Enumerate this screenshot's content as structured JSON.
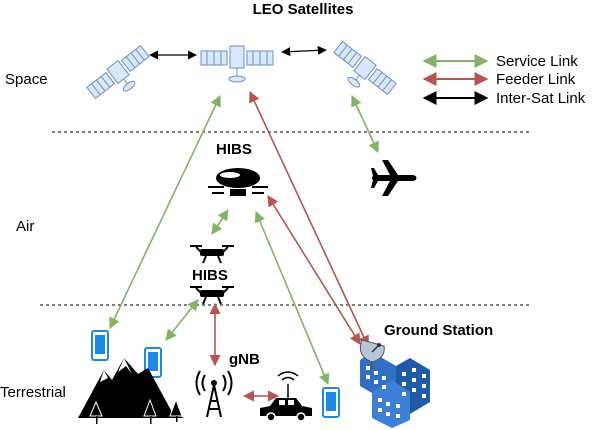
{
  "title": "LEO Satellites",
  "layers": {
    "space": "Space",
    "air": "Air",
    "terrestrial": "Terrestrial"
  },
  "legend": [
    {
      "label": "Service Link",
      "color": "#82b366"
    },
    {
      "label": "Feeder Link",
      "color": "#b85450"
    },
    {
      "label": "Inter-Sat Link",
      "color": "#000000"
    }
  ],
  "nodes": {
    "hibs_top": "HIBS",
    "hibs_drone": "HIBS",
    "gnb": "gNB",
    "ground_station": "Ground Station"
  },
  "colors": {
    "satellite_body": "#dae8fc",
    "satellite_stroke": "#6c8ebf",
    "phone": "#1e88e5",
    "building": "#2f6fc4",
    "service_link": "#82b366",
    "feeder_link": "#b85450"
  },
  "icons": [
    "satellite-icon",
    "airship-icon",
    "airplane-icon",
    "drone-icon",
    "phone-icon",
    "mountain-icon",
    "antenna-icon",
    "car-icon",
    "ground-station-icon"
  ]
}
